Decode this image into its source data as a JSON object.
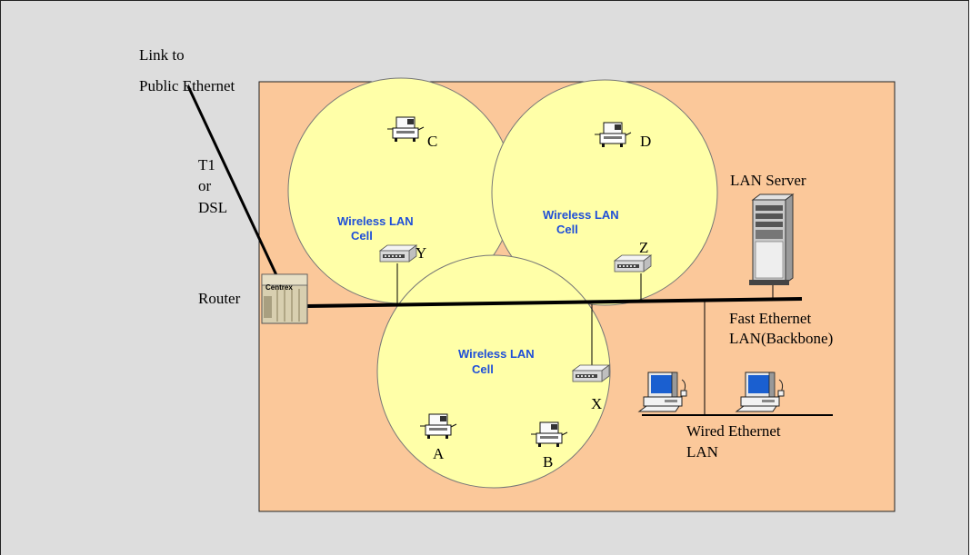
{
  "labels": {
    "link": [
      "Link to",
      "Public Ethernet"
    ],
    "t1": [
      "T1",
      "or",
      "DSL"
    ],
    "router": "Router",
    "router_badge": "Centrex",
    "lan_server": "LAN Server",
    "fast_ethernet": [
      "Fast Ethernet",
      "LAN(Backbone)"
    ],
    "wired_ethernet": [
      "Wired Ethernet",
      "LAN"
    ]
  },
  "cells": [
    {
      "id": "cell-1",
      "lines": [
        "Wireless LAN",
        "Cell"
      ]
    },
    {
      "id": "cell-2",
      "lines": [
        "Wireless LAN",
        "Cell"
      ]
    },
    {
      "id": "cell-3",
      "lines": [
        "Wireless LAN",
        "Cell"
      ]
    }
  ],
  "access_points": [
    "Y",
    "Z",
    "X"
  ],
  "clients": [
    "C",
    "D",
    "A",
    "B"
  ],
  "colors": {
    "background": "#dddddd",
    "building": "#fbc89a",
    "cell": "#ffffa8",
    "cell_text": "#1f4fd8"
  }
}
